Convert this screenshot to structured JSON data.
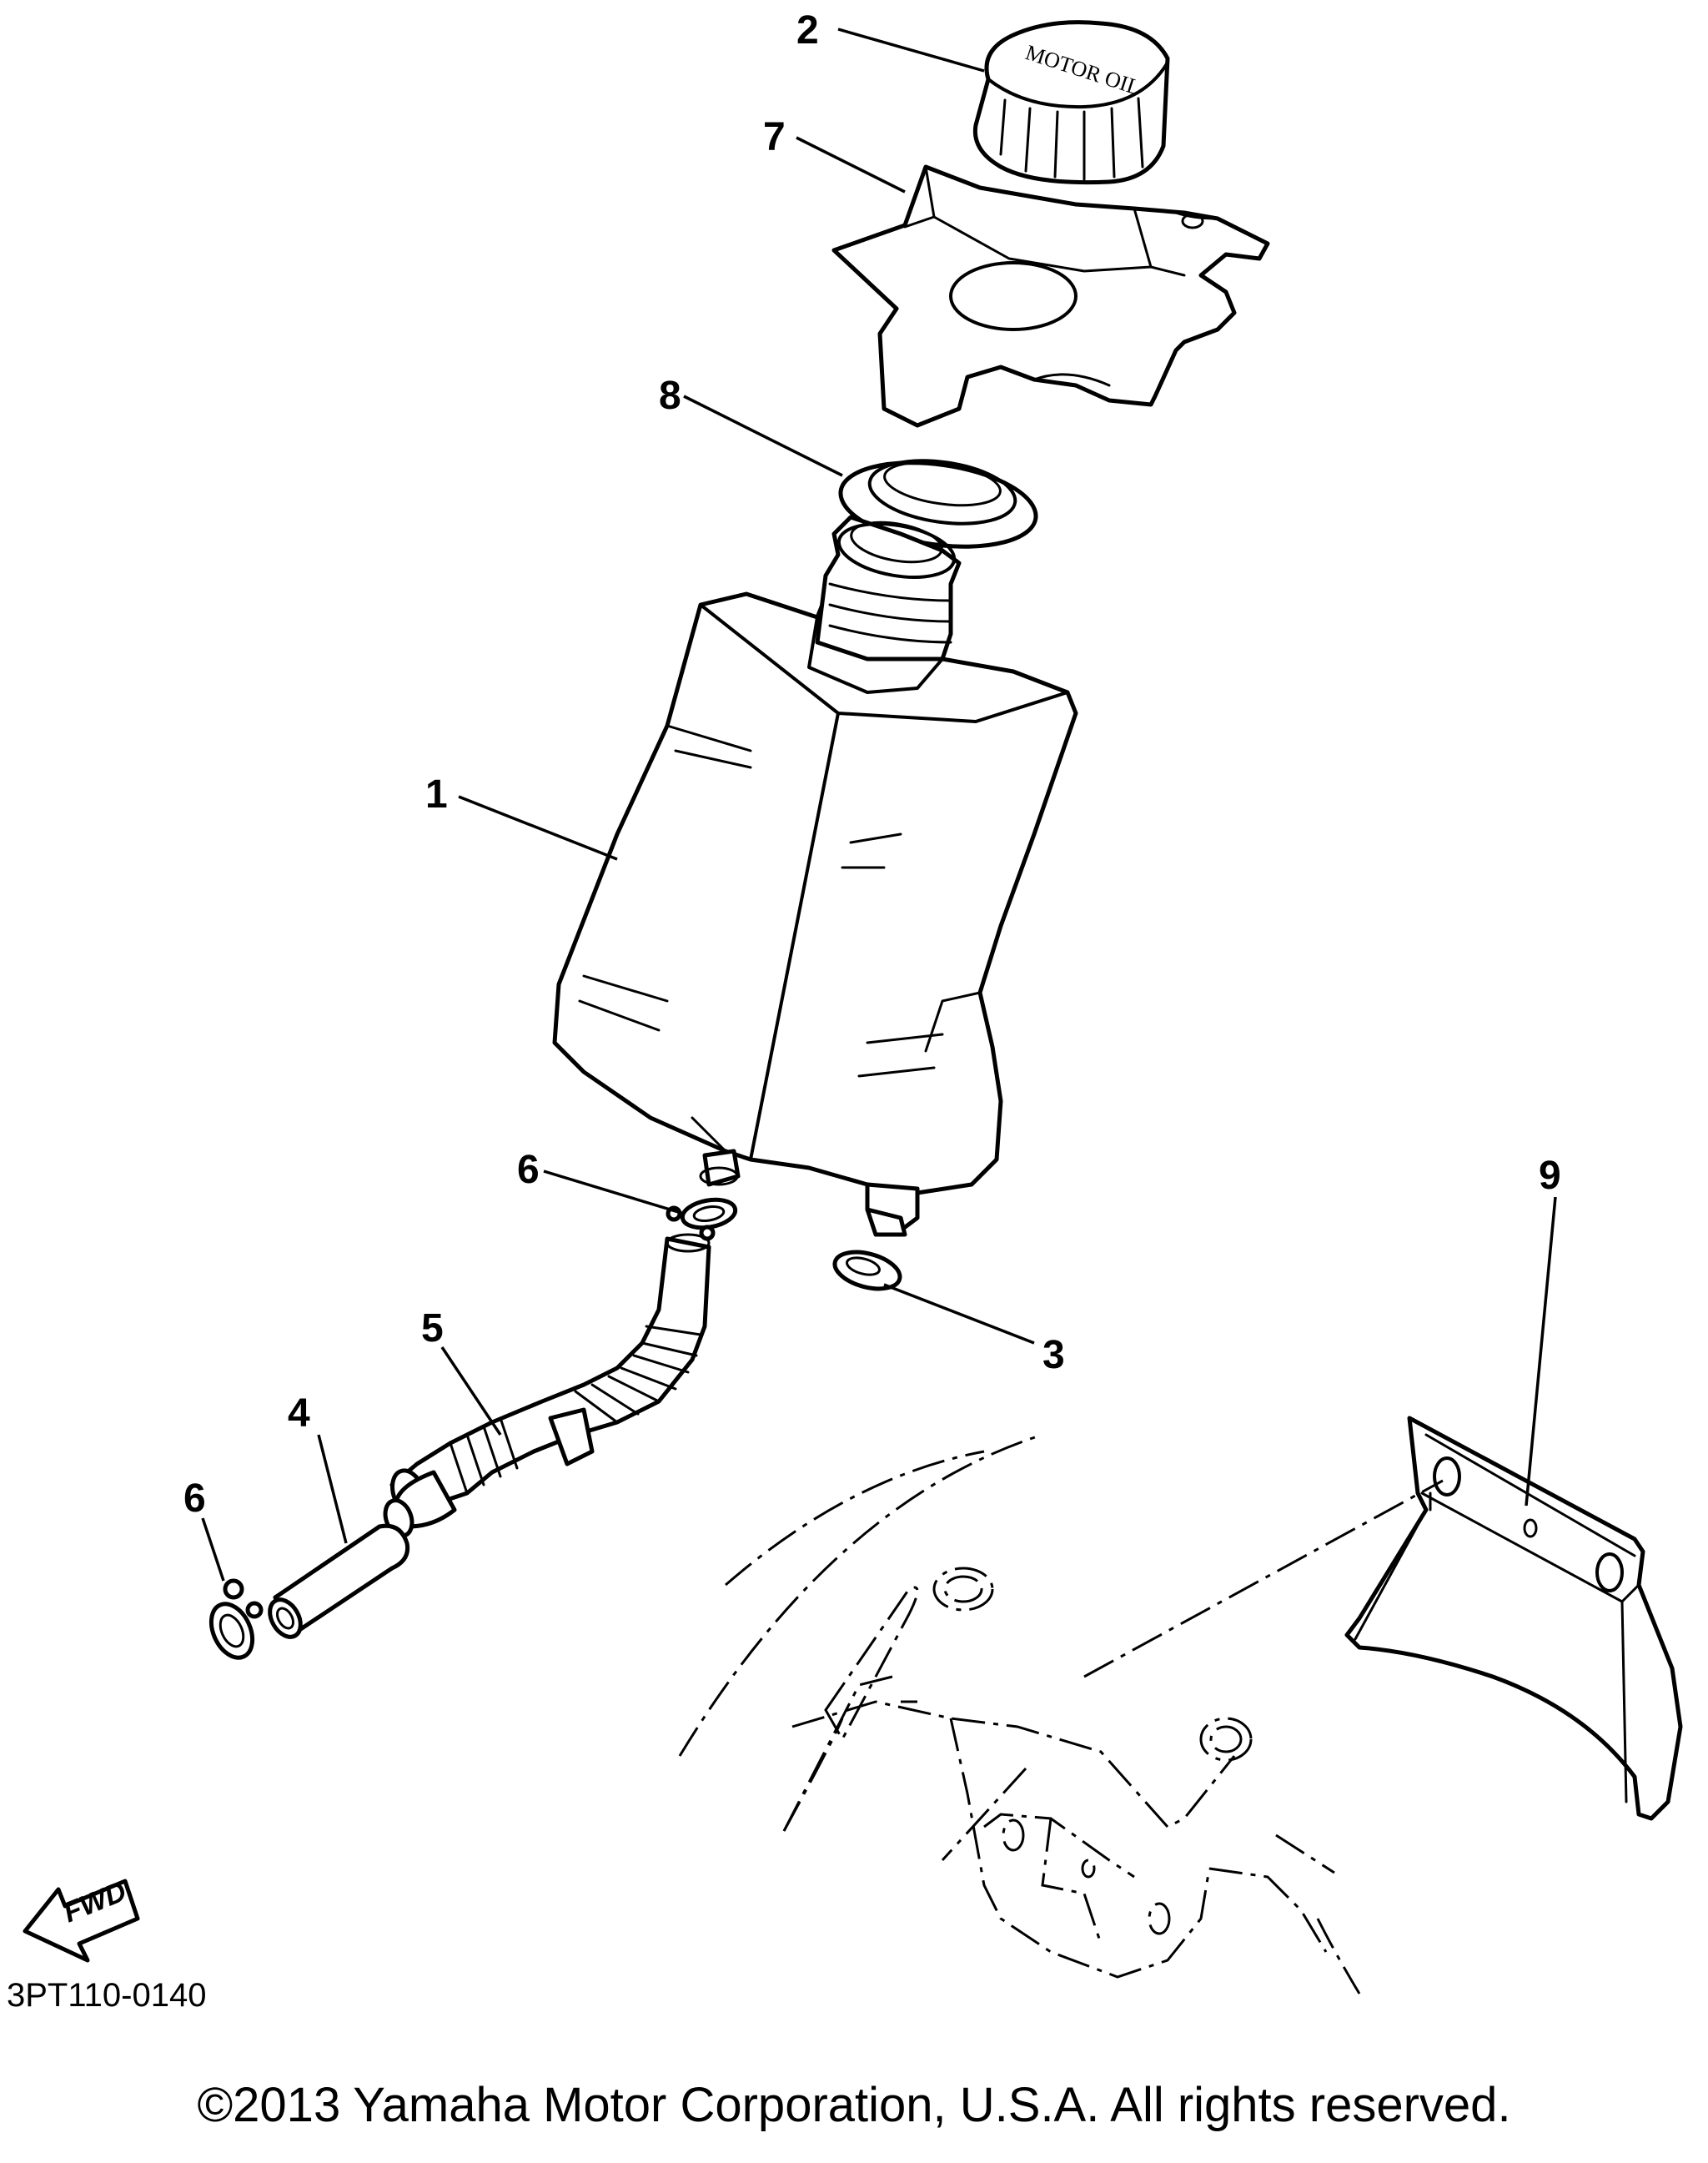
{
  "callouts": {
    "c1": "1",
    "c2": "2",
    "c3": "3",
    "c4": "4",
    "c5": "5",
    "c6a": "6",
    "c6b": "6",
    "c7": "7",
    "c8": "8",
    "c9": "9"
  },
  "cap_text": "MOTOR OIL",
  "fwd_arrow_text": "FWD",
  "diagram_code": "3PT110-0140",
  "copyright": "©2013 Yamaha Motor Corporation, U.S.A. All rights reserved."
}
